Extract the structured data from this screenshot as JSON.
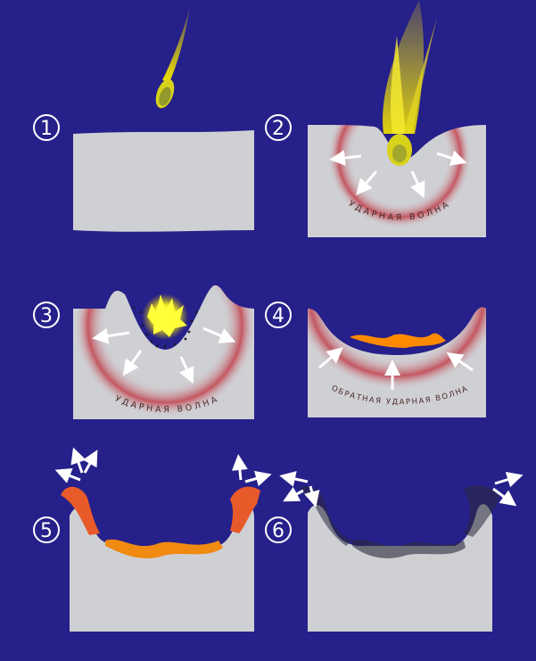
{
  "colors": {
    "background": "#26208a",
    "block": "#cfd0d4",
    "shock_wave": "#c0404a",
    "meteor": "#f3e62a",
    "fire": "#ff8a00",
    "ejecta": "#1a1a2a"
  },
  "panels": [
    {
      "number": "1",
      "label": ""
    },
    {
      "number": "2",
      "label": "УДАРНАЯ ВОЛНА"
    },
    {
      "number": "3",
      "label": "УДАРНАЯ ВОЛНА"
    },
    {
      "number": "4",
      "label": "ОБРАТНАЯ УДАРНАЯ ВОЛНА"
    },
    {
      "number": "5",
      "label": ""
    },
    {
      "number": "6",
      "label": ""
    }
  ]
}
